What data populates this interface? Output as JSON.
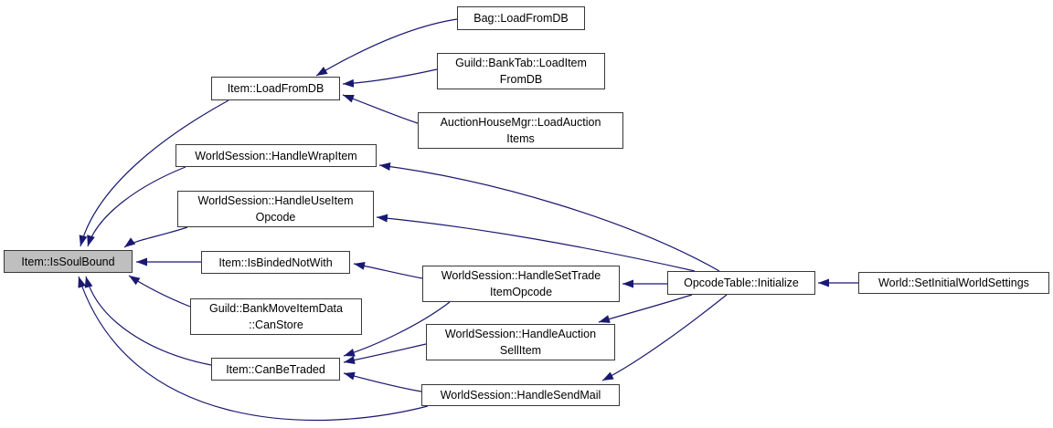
{
  "diagram": {
    "type": "caller-graph",
    "edge_color": "#191970",
    "highlight_color": "#bfbfbf",
    "highlighted_node": "item_issoulbound",
    "nodes": {
      "item_issoulbound": {
        "label": "Item::IsSoulBound",
        "highlighted": true
      },
      "item_loadfromdb": {
        "label": "Item::LoadFromDB",
        "highlighted": false
      },
      "bag_loadfromdb": {
        "label": "Bag::LoadFromDB",
        "highlighted": false
      },
      "guild_banktab_loaditemfromdb": {
        "label": "Guild::BankTab::LoadItem\nFromDB",
        "highlighted": false
      },
      "auctionhousemgr_loadauctionitems": {
        "label": "AuctionHouseMgr::LoadAuction\nItems",
        "highlighted": false
      },
      "ws_handlewrapitem": {
        "label": "WorldSession::HandleWrapItem",
        "highlighted": false
      },
      "ws_handleuseitemopcode": {
        "label": "WorldSession::HandleUseItem\nOpcode",
        "highlighted": false
      },
      "item_isbindednotwith": {
        "label": "Item::IsBindedNotWith",
        "highlighted": false
      },
      "guild_bankmoveitemdata_canstore": {
        "label": "Guild::BankMoveItemData\n::CanStore",
        "highlighted": false
      },
      "item_canbetraded": {
        "label": "Item::CanBeTraded",
        "highlighted": false
      },
      "ws_handlesettradeitemopcode": {
        "label": "WorldSession::HandleSetTrade\nItemOpcode",
        "highlighted": false
      },
      "ws_handleauctionsellitem": {
        "label": "WorldSession::HandleAuction\nSellItem",
        "highlighted": false
      },
      "ws_handlesendmail": {
        "label": "WorldSession::HandleSendMail",
        "highlighted": false
      },
      "opcodetable_initialize": {
        "label": "OpcodeTable::Initialize",
        "highlighted": false
      },
      "world_setinitialworldsettings": {
        "label": "World::SetInitialWorldSettings",
        "highlighted": false
      }
    },
    "edges": [
      {
        "from": "bag_loadfromdb",
        "to": "item_loadfromdb"
      },
      {
        "from": "guild_banktab_loaditemfromdb",
        "to": "item_loadfromdb"
      },
      {
        "from": "auctionhousemgr_loadauctionitems",
        "to": "item_loadfromdb"
      },
      {
        "from": "item_loadfromdb",
        "to": "item_issoulbound"
      },
      {
        "from": "ws_handlewrapitem",
        "to": "item_issoulbound"
      },
      {
        "from": "ws_handleuseitemopcode",
        "to": "item_issoulbound"
      },
      {
        "from": "item_isbindednotwith",
        "to": "item_issoulbound"
      },
      {
        "from": "guild_bankmoveitemdata_canstore",
        "to": "item_issoulbound"
      },
      {
        "from": "item_canbetraded",
        "to": "item_issoulbound"
      },
      {
        "from": "ws_handlesendmail",
        "to": "item_issoulbound"
      },
      {
        "from": "ws_handlesettradeitemopcode",
        "to": "item_isbindednotwith"
      },
      {
        "from": "ws_handlesettradeitemopcode",
        "to": "item_canbetraded"
      },
      {
        "from": "ws_handleauctionsellitem",
        "to": "item_canbetraded"
      },
      {
        "from": "ws_handlesendmail",
        "to": "item_canbetraded"
      },
      {
        "from": "opcodetable_initialize",
        "to": "ws_handlewrapitem"
      },
      {
        "from": "opcodetable_initialize",
        "to": "ws_handleuseitemopcode"
      },
      {
        "from": "opcodetable_initialize",
        "to": "ws_handlesettradeitemopcode"
      },
      {
        "from": "opcodetable_initialize",
        "to": "ws_handleauctionsellitem"
      },
      {
        "from": "opcodetable_initialize",
        "to": "ws_handlesendmail"
      },
      {
        "from": "world_setinitialworldsettings",
        "to": "opcodetable_initialize"
      }
    ]
  }
}
